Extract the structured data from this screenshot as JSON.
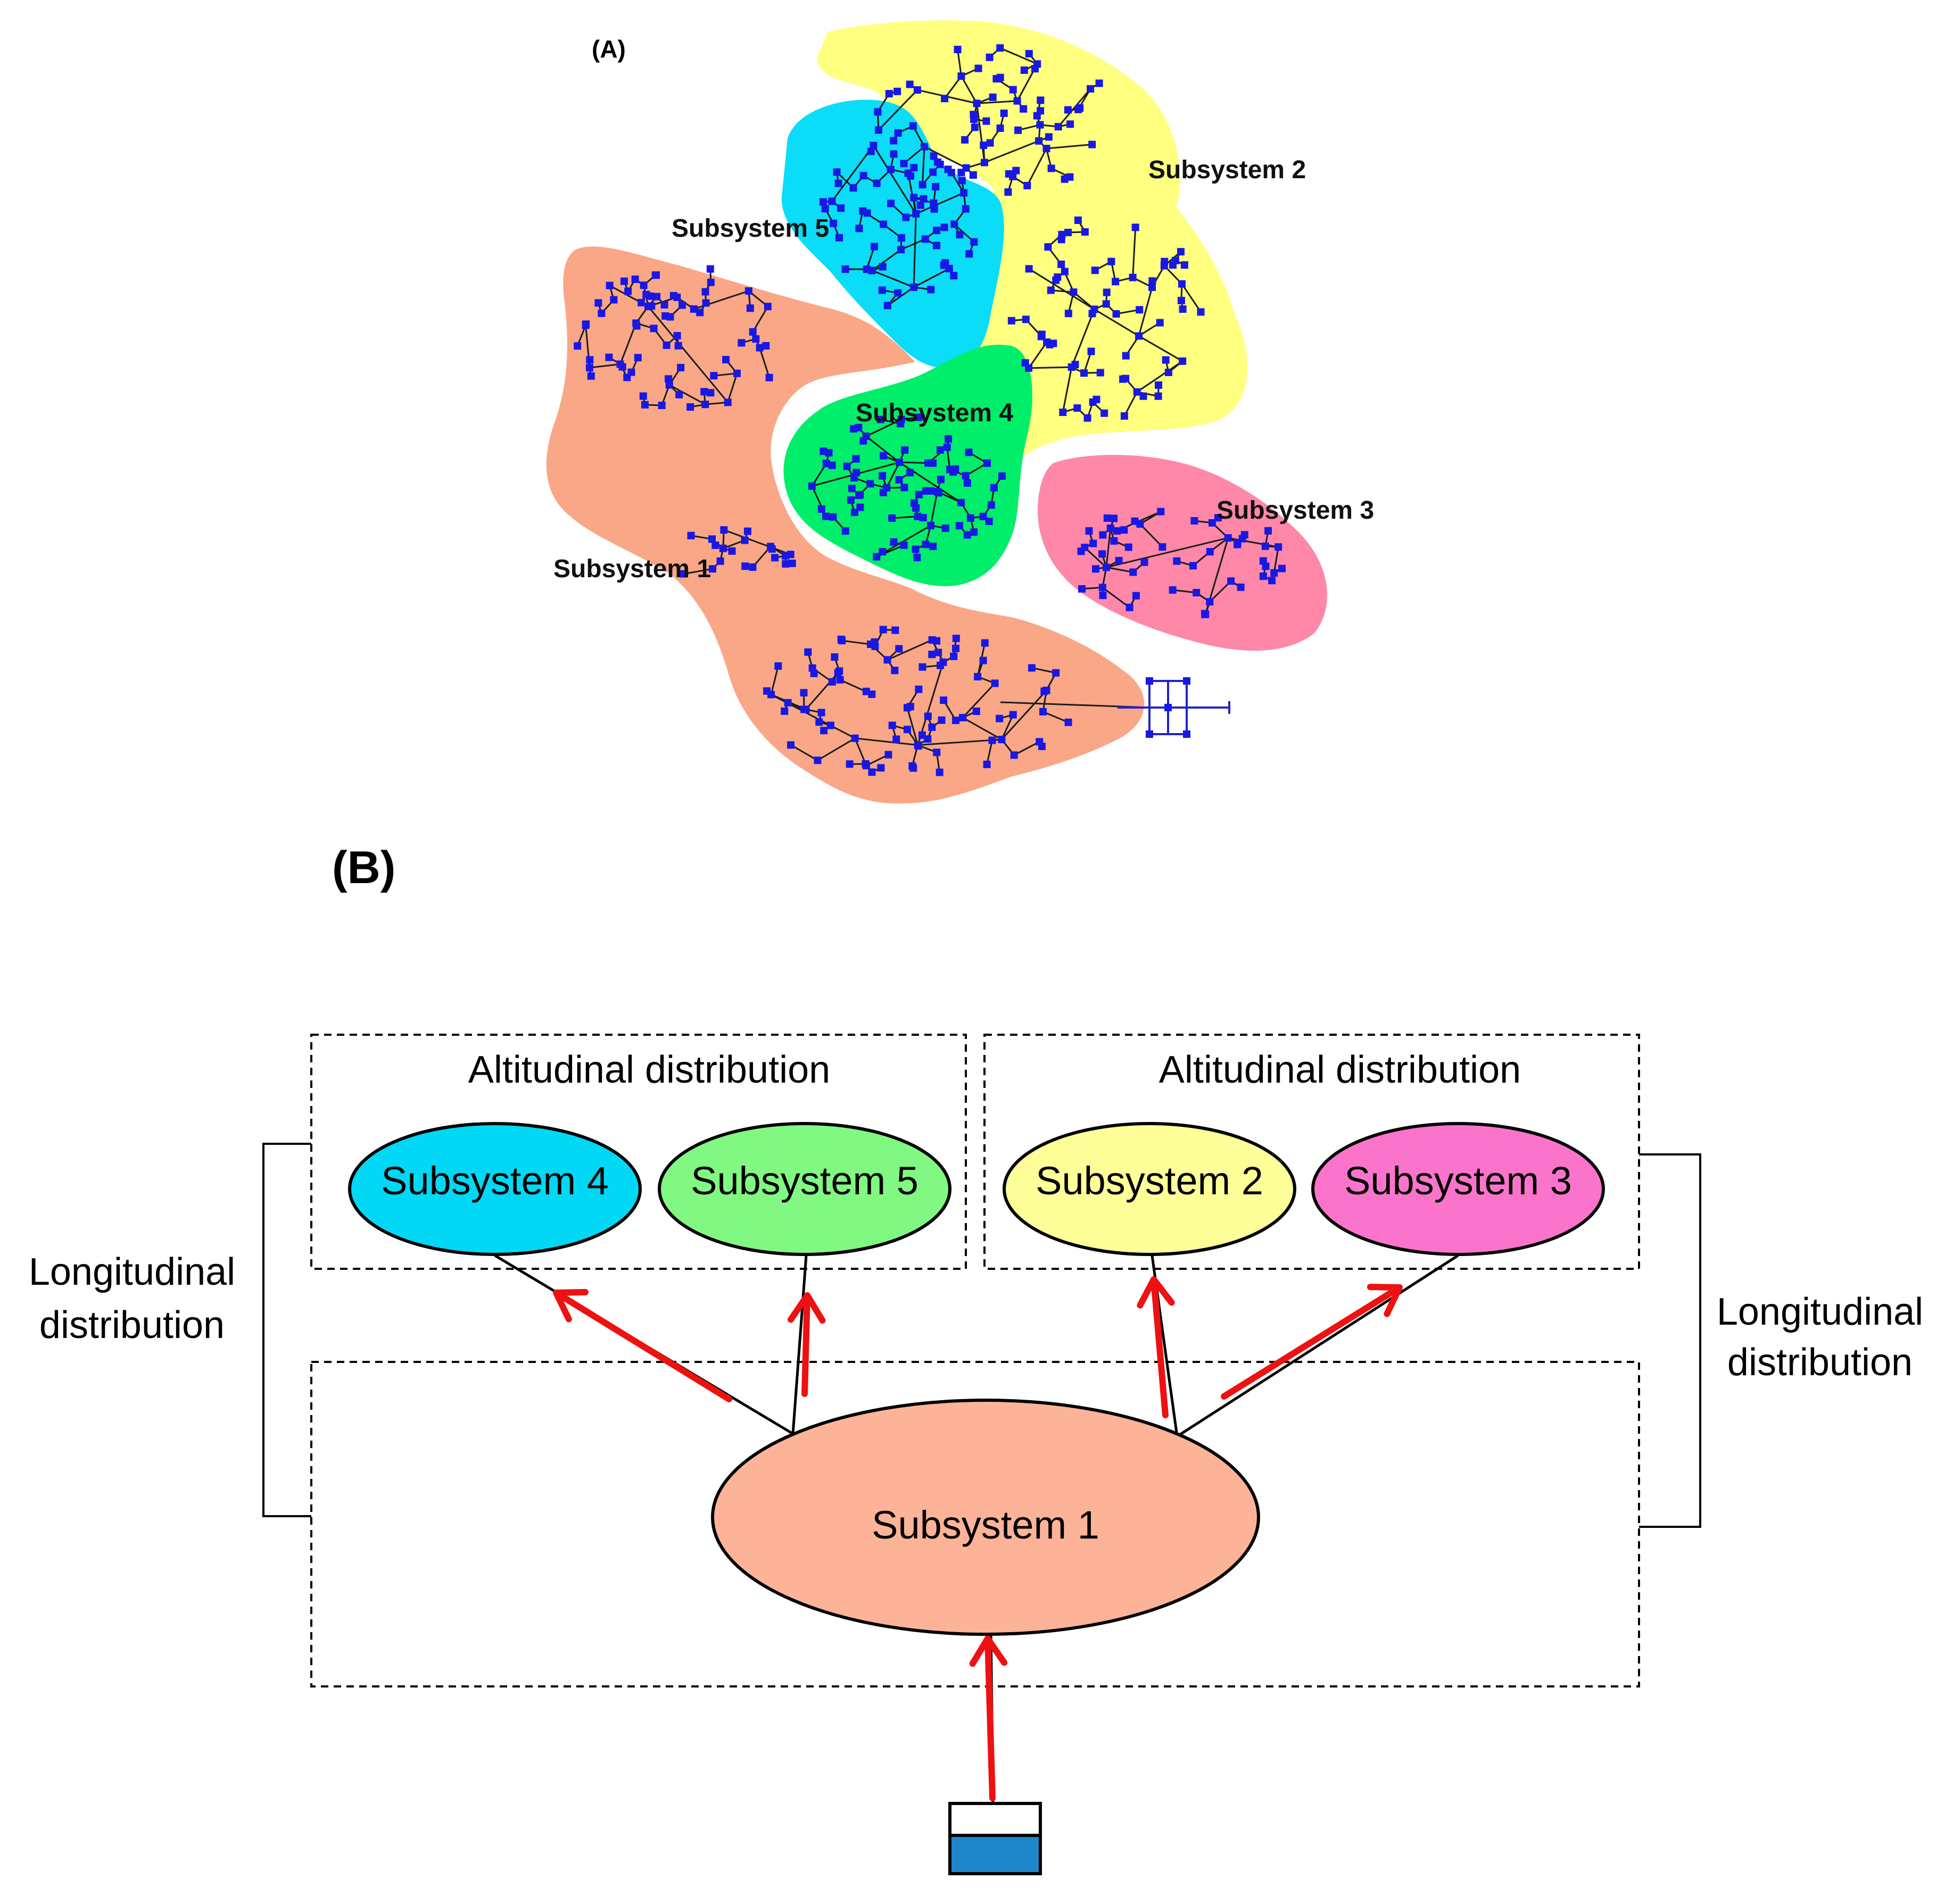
{
  "panel_a": {
    "label": "(A)",
    "regions": [
      {
        "key": "s1",
        "label": "Subsystem 1",
        "color": "#f9a787"
      },
      {
        "key": "s2",
        "label": "Subsystem 2",
        "color": "#ffff80"
      },
      {
        "key": "s3",
        "label": "Subsystem 3",
        "color": "#ff88a8"
      },
      {
        "key": "s4",
        "label": "Subsystem 4",
        "color": "#00ee6a"
      },
      {
        "key": "s5",
        "label": "Subsystem 5",
        "color": "#0bdcf7"
      }
    ],
    "node_color": "#1818e6",
    "edge_color": "#1c1c1c"
  },
  "panel_b": {
    "label": "(B)",
    "group_left_title": "Altitudinal distribution",
    "group_right_title": "Altitudinal distribution",
    "longitudinal_left": [
      "Longitudinal",
      "distribution"
    ],
    "longitudinal_right": [
      "Longitudinal",
      "distribution"
    ],
    "nodes": [
      {
        "key": "s4",
        "label": "Subsystem 4",
        "color": "#00d8f5"
      },
      {
        "key": "s5",
        "label": "Subsystem 5",
        "color": "#80f882"
      },
      {
        "key": "s2",
        "label": "Subsystem 2",
        "color": "#ffff99"
      },
      {
        "key": "s3",
        "label": "Subsystem 3",
        "color": "#fb74cb"
      },
      {
        "key": "s1",
        "label": "Subsystem 1",
        "color": "#fcb398"
      }
    ],
    "arrow_color": "#ee1111",
    "reservoir_water_color": "#1f86cc"
  }
}
